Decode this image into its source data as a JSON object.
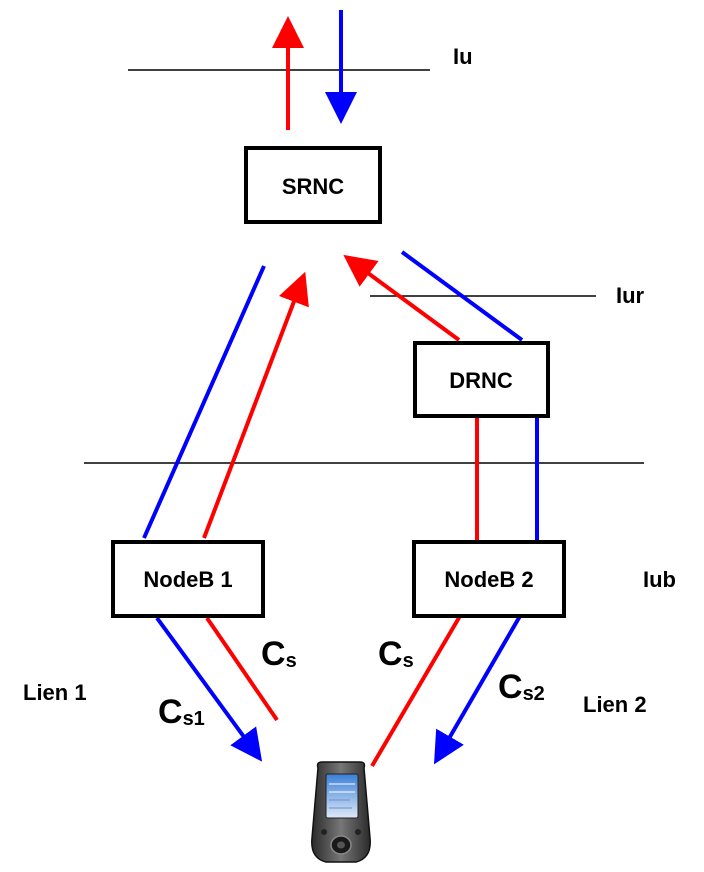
{
  "colors": {
    "uplink": "#ff0000",
    "downlink": "#0000ff",
    "line": "#000000",
    "background": "#ffffff"
  },
  "nodes": {
    "srnc": "SRNC",
    "drnc": "DRNC",
    "nodeb1": "NodeB 1",
    "nodeb2": "NodeB 2"
  },
  "interfaces": {
    "iu": "Iu",
    "iur": "Iur",
    "iub": "Iub"
  },
  "links": {
    "lien1": "Lien 1",
    "lien2": "Lien 2"
  },
  "channels": {
    "cs_main": "C",
    "cs_sub": "s",
    "cs1_main": "C",
    "cs1_sub": "s1",
    "cs2_main": "C",
    "cs2_sub": "s2"
  },
  "device": {
    "icon": "mobile-phone-icon"
  }
}
